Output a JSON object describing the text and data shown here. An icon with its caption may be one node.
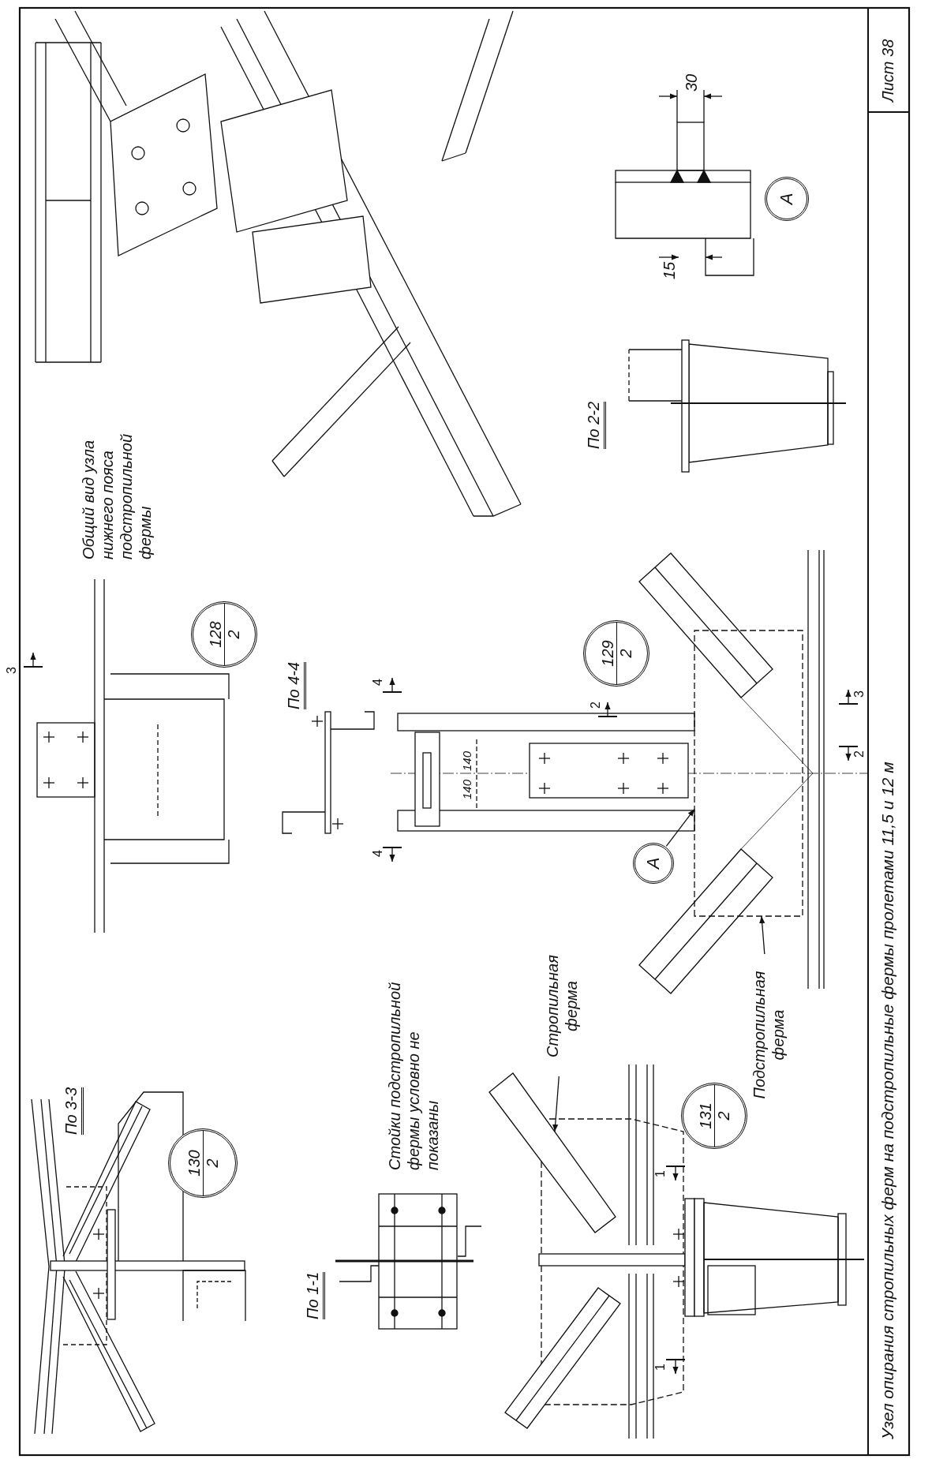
{
  "diagram": {
    "title": "Узел опирания стропильных ферм на подстропильные фермы пролетами 11,5 и 12 м",
    "nodes": [
      {
        "text": [
          "Стропильная ферма"
        ]
      },
      {
        "text": [],
        "shape": "bar"
      },
      {
        "text": [
          "Подстропильная ферма"
        ]
      },
      {
        "text": [],
        "shape": "box"
      },
      {
        "text": [
          "A"
        ]
      },
      {
        "text": [
          "A"
        ]
      },
      {
        "text": [
          "130",
          "2"
        ]
      },
      {
        "text": [
          "131",
          "2"
        ]
      },
      {
        "text": [
          "128",
          "2"
        ]
      },
      {
        "text": [
          "129",
          "2"
        ]
      }
    ],
    "edges": [
      {
        "from": 0,
        "to": 1,
        "arrow": "to"
      },
      {
        "from": 2,
        "to": 3,
        "arrow": "to"
      },
      {
        "from": 4,
        "to": 3,
        "arrow": "to"
      }
    ],
    "labels": [
      "По 3-3",
      "По 1-1",
      "Стойки подстропильной фермы условно не показаны",
      "1",
      "1",
      "3",
      "По 4-4",
      "4",
      "4",
      "140",
      "140",
      "2",
      "2",
      "3",
      "Общий вид узла нижнего пояса подстропильной фермы",
      "По 2-2",
      "30",
      "15",
      "Лист 38"
    ]
  }
}
